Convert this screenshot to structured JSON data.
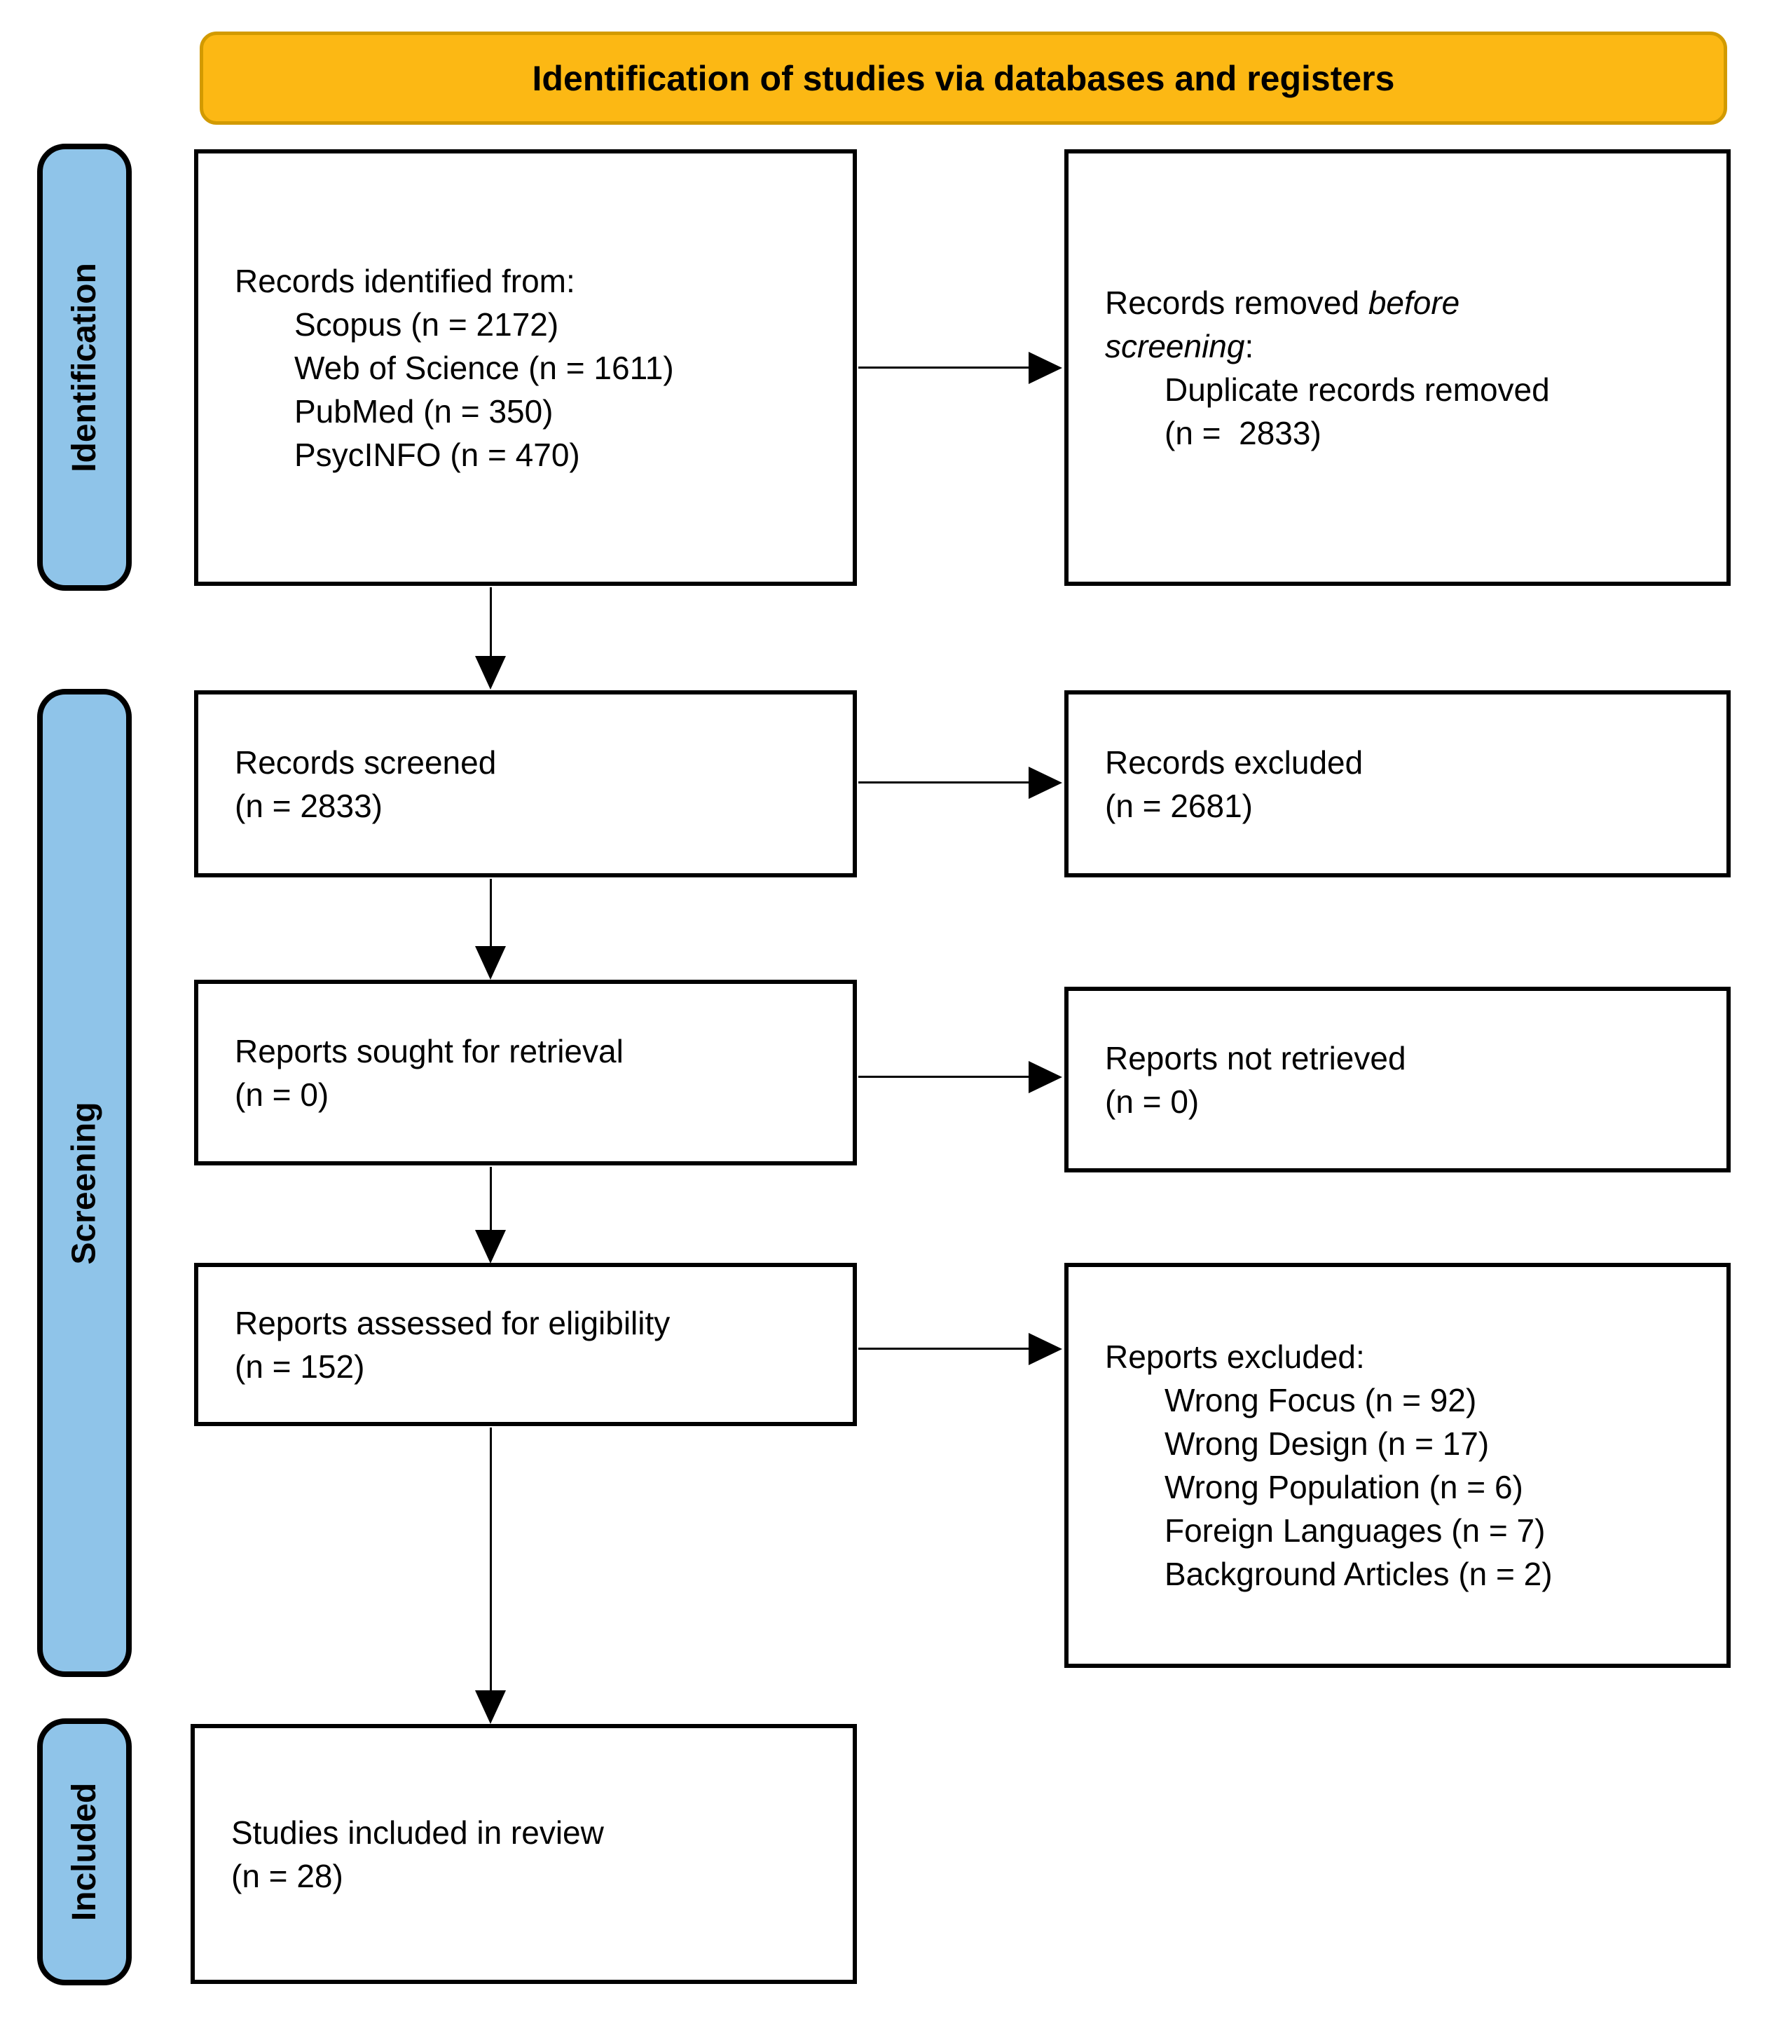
{
  "header": {
    "title": "Identification of studies via databases and registers"
  },
  "colors": {
    "header_fill": "#FCB814",
    "header_border": "#D29A00",
    "stage_fill": "#8FC4E9",
    "box_border": "#000000",
    "arrow": "#000000"
  },
  "stages": [
    {
      "id": "identification",
      "label": "Identification"
    },
    {
      "id": "screening",
      "label": "Screening"
    },
    {
      "id": "included",
      "label": "Included"
    }
  ],
  "boxes": [
    {
      "id": "records-identified",
      "lines": [
        {
          "segments": [
            {
              "t": "Records identified from:"
            }
          ]
        },
        {
          "indent": true,
          "segments": [
            {
              "t": "Scopus (n = 2172)"
            }
          ]
        },
        {
          "indent": true,
          "segments": [
            {
              "t": "Web of Science (n = 1611)"
            }
          ]
        },
        {
          "indent": true,
          "segments": [
            {
              "t": "PubMed (n = 350)"
            }
          ]
        },
        {
          "indent": true,
          "segments": [
            {
              "t": "PsycINFO (n = 470)"
            }
          ]
        }
      ]
    },
    {
      "id": "records-removed",
      "lines": [
        {
          "segments": [
            {
              "t": "Records removed "
            },
            {
              "t": "before",
              "i": true
            }
          ]
        },
        {
          "segments": [
            {
              "t": "screening",
              "i": true
            },
            {
              "t": ":"
            }
          ]
        },
        {
          "indent": true,
          "segments": [
            {
              "t": "Duplicate records removed"
            }
          ]
        },
        {
          "indent": true,
          "segments": [
            {
              "t": "(n =  2833)"
            }
          ]
        }
      ]
    },
    {
      "id": "records-screened",
      "lines": [
        {
          "segments": [
            {
              "t": "Records screened"
            }
          ]
        },
        {
          "segments": [
            {
              "t": "(n = 2833)"
            }
          ]
        }
      ]
    },
    {
      "id": "records-excluded",
      "lines": [
        {
          "segments": [
            {
              "t": "Records excluded"
            }
          ]
        },
        {
          "segments": [
            {
              "t": "(n = 2681)"
            }
          ]
        }
      ]
    },
    {
      "id": "reports-sought",
      "lines": [
        {
          "segments": [
            {
              "t": "Reports sought for retrieval"
            }
          ]
        },
        {
          "segments": [
            {
              "t": "(n = 0)"
            }
          ]
        }
      ]
    },
    {
      "id": "reports-not-retrieved",
      "lines": [
        {
          "segments": [
            {
              "t": "Reports not retrieved"
            }
          ]
        },
        {
          "segments": [
            {
              "t": "(n = 0)"
            }
          ]
        }
      ]
    },
    {
      "id": "reports-assessed",
      "lines": [
        {
          "segments": [
            {
              "t": "Reports assessed for eligibility"
            }
          ]
        },
        {
          "segments": [
            {
              "t": "(n = 152)"
            }
          ]
        }
      ]
    },
    {
      "id": "reports-excluded",
      "lines": [
        {
          "segments": [
            {
              "t": "Reports excluded:"
            }
          ]
        },
        {
          "indent": true,
          "segments": [
            {
              "t": "Wrong Focus (n = 92)"
            }
          ]
        },
        {
          "indent": true,
          "segments": [
            {
              "t": "Wrong Design (n = 17)"
            }
          ]
        },
        {
          "indent": true,
          "segments": [
            {
              "t": "Wrong Population (n = 6)"
            }
          ]
        },
        {
          "indent": true,
          "segments": [
            {
              "t": "Foreign Languages (n = 7)"
            }
          ]
        },
        {
          "indent": true,
          "segments": [
            {
              "t": "Background Articles (n = 2)"
            }
          ]
        }
      ]
    },
    {
      "id": "studies-included",
      "lines": [
        {
          "segments": [
            {
              "t": "Studies included in review"
            }
          ]
        },
        {
          "segments": [
            {
              "t": "(n = 28)"
            }
          ]
        }
      ]
    }
  ]
}
